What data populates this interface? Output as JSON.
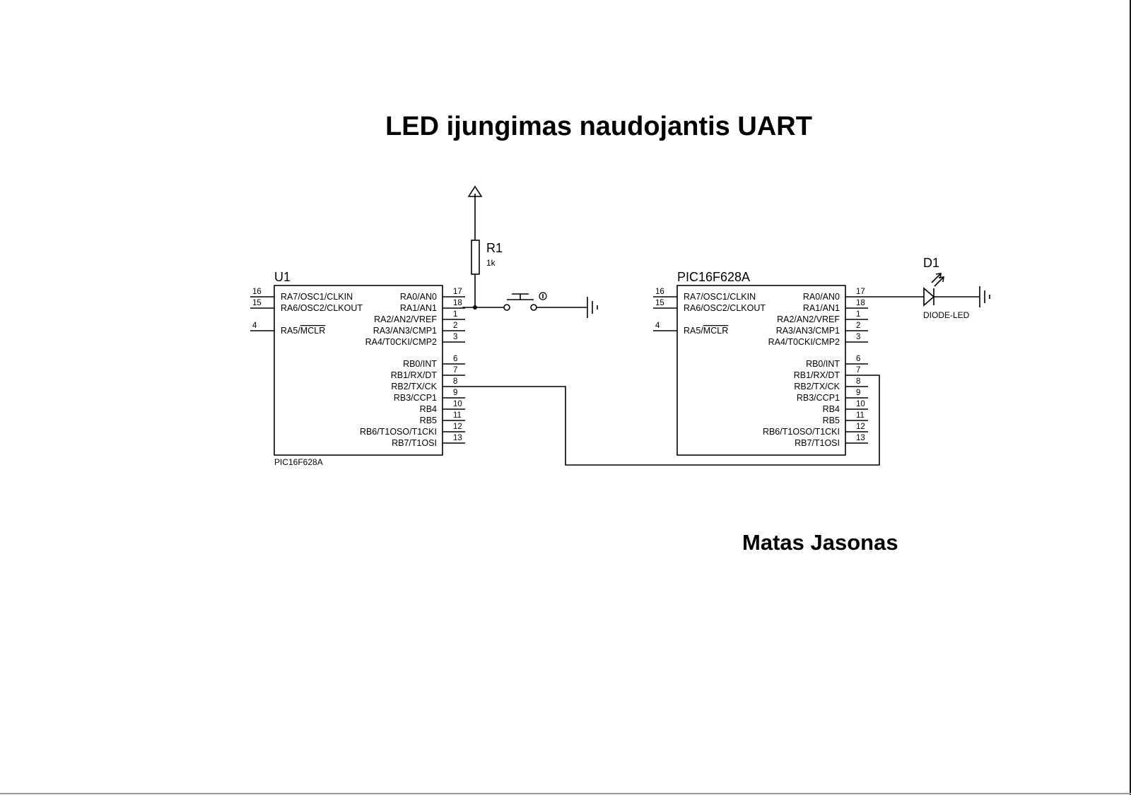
{
  "title": "LED ijungimas naudojantis UART",
  "author": "Matas Jasonas",
  "chips": [
    {
      "ref": "U1",
      "value": "PIC16F628A",
      "left_pins": [
        {
          "num": "16",
          "label": "RA7/OSC1/CLKIN"
        },
        {
          "num": "15",
          "label": "RA6/OSC2/CLKOUT"
        },
        {
          "num": "4",
          "label": "RA5/",
          "label_bar": "MCLR"
        }
      ],
      "right_pins": [
        {
          "num": "17",
          "label": "RA0/AN0"
        },
        {
          "num": "18",
          "label": "RA1/AN1"
        },
        {
          "num": "1",
          "label": "RA2/AN2/VREF"
        },
        {
          "num": "2",
          "label": "RA3/AN3/CMP1"
        },
        {
          "num": "3",
          "label": "RA4/T0CKI/CMP2"
        },
        {
          "num": "6",
          "label": "RB0/INT"
        },
        {
          "num": "7",
          "label": "RB1/RX/DT"
        },
        {
          "num": "8",
          "label": "RB2/TX/CK"
        },
        {
          "num": "9",
          "label": "RB3/CCP1"
        },
        {
          "num": "10",
          "label": "RB4"
        },
        {
          "num": "11",
          "label": "RB5"
        },
        {
          "num": "12",
          "label": "RB6/T1OSO/T1CKI"
        },
        {
          "num": "13",
          "label": "RB7/T1OSI"
        }
      ]
    },
    {
      "ref": "PIC16F628A",
      "value": "",
      "left_pins": [
        {
          "num": "16",
          "label": "RA7/OSC1/CLKIN"
        },
        {
          "num": "15",
          "label": "RA6/OSC2/CLKOUT"
        },
        {
          "num": "4",
          "label": "RA5/",
          "label_bar": "MCLR"
        }
      ],
      "right_pins": [
        {
          "num": "17",
          "label": "RA0/AN0"
        },
        {
          "num": "18",
          "label": "RA1/AN1"
        },
        {
          "num": "1",
          "label": "RA2/AN2/VREF"
        },
        {
          "num": "2",
          "label": "RA3/AN3/CMP1"
        },
        {
          "num": "3",
          "label": "RA4/T0CKI/CMP2"
        },
        {
          "num": "6",
          "label": "RB0/INT"
        },
        {
          "num": "7",
          "label": "RB1/RX/DT"
        },
        {
          "num": "8",
          "label": "RB2/TX/CK"
        },
        {
          "num": "9",
          "label": "RB3/CCP1"
        },
        {
          "num": "10",
          "label": "RB4"
        },
        {
          "num": "11",
          "label": "RB5"
        },
        {
          "num": "12",
          "label": "RB6/T1OSO/T1CKI"
        },
        {
          "num": "13",
          "label": "RB7/T1OSI"
        }
      ]
    }
  ],
  "resistor": {
    "ref": "R1",
    "value": "1k"
  },
  "led": {
    "ref": "D1",
    "value": "DIODE-LED"
  }
}
